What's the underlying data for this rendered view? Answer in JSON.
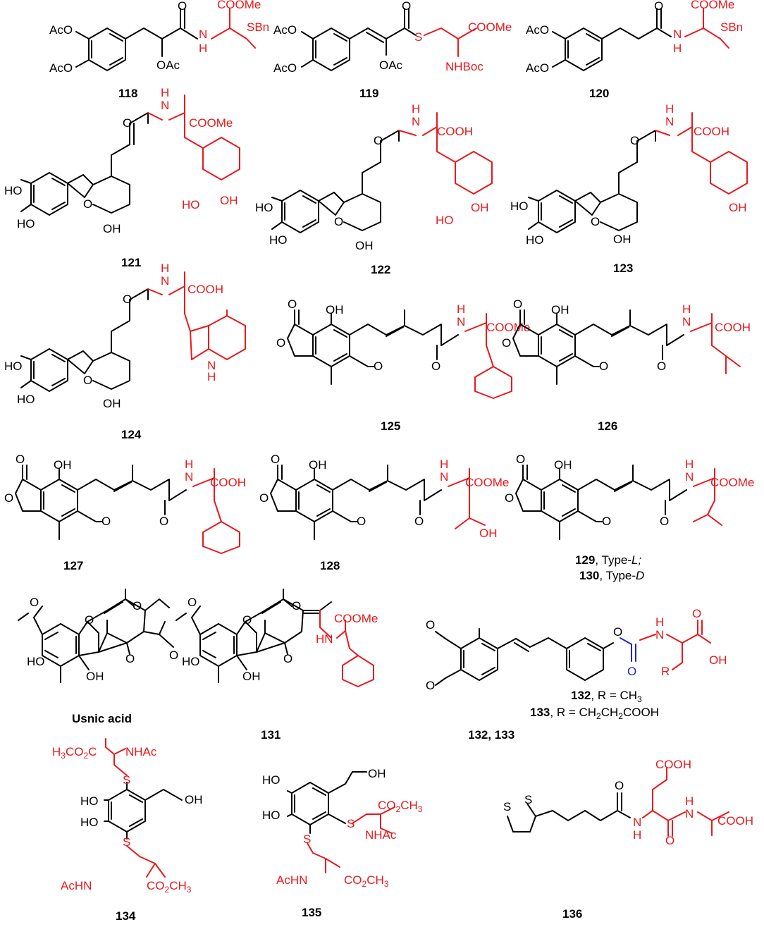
{
  "compounds": {
    "c118": {
      "number": "118",
      "labels": {
        "acO1": "AcO",
        "acO2": "AcO",
        "oac": "OAc",
        "o": "O",
        "nh": "N",
        "h": "H",
        "coome": "COOMe",
        "sbn": "SBn"
      }
    },
    "c119": {
      "number": "119",
      "labels": {
        "acO1": "AcO",
        "acO2": "AcO",
        "oac": "OAc",
        "o": "O",
        "s": "S",
        "coome": "COOMe",
        "nhboc": "NHBoc"
      }
    },
    "c120": {
      "number": "120",
      "labels": {
        "acO1": "AcO",
        "acO2": "AcO",
        "o": "O",
        "n": "N",
        "h": "H",
        "coome": "COOMe",
        "sbn": "SBn"
      }
    },
    "c121": {
      "number": "121",
      "labels": {
        "ho1": "HO",
        "ho2": "HO",
        "o_fur": "O",
        "oh": "OH",
        "o": "O",
        "n": "N",
        "h": "H",
        "acid": "COOMe",
        "ho3": "HO",
        "oh3": "OH"
      }
    },
    "c122": {
      "number": "122",
      "labels": {
        "ho1": "HO",
        "ho2": "HO",
        "o_fur": "O",
        "oh": "OH",
        "o": "O",
        "n": "N",
        "h": "H",
        "acid": "COOH",
        "ho3": "HO",
        "oh3": "OH"
      }
    },
    "c123": {
      "number": "123",
      "labels": {
        "ho1": "HO",
        "ho2": "HO",
        "o_fur": "O",
        "oh": "OH",
        "o": "O",
        "n": "N",
        "h": "H",
        "acid": "COOH",
        "oh3": "OH"
      }
    },
    "c124": {
      "number": "124",
      "labels": {
        "ho1": "HO",
        "ho2": "HO",
        "o_fur": "O",
        "oh": "OH",
        "o": "O",
        "n": "N",
        "h": "H",
        "acid": "COOH",
        "indole_n": "N",
        "indole_h": "H"
      }
    },
    "c125": {
      "number": "125",
      "labels": {
        "o1": "O",
        "o2": "O",
        "oh": "OH",
        "o3": "O",
        "o4": "O",
        "n": "N",
        "h": "H",
        "acid": "COOMe"
      }
    },
    "c126": {
      "number": "126",
      "labels": {
        "o1": "O",
        "o2": "O",
        "oh": "OH",
        "o3": "O",
        "o4": "O",
        "n": "N",
        "h": "H",
        "acid": "COOH"
      }
    },
    "c127": {
      "number": "127",
      "labels": {
        "o1": "O",
        "o2": "O",
        "oh": "OH",
        "o3": "O",
        "o4": "O",
        "n": "N",
        "h": "H",
        "acid": "COOH"
      }
    },
    "c128": {
      "number": "128",
      "labels": {
        "o1": "O",
        "o2": "O",
        "oh": "OH",
        "o3": "O",
        "o4": "O",
        "n": "N",
        "h": "H",
        "acid": "COOMe",
        "oh2": "OH"
      }
    },
    "c129": {
      "number": "129",
      "caption": ", Type-",
      "type": "L",
      "semi": ";",
      "labels": {
        "o1": "O",
        "o2": "O",
        "oh": "OH",
        "o3": "O",
        "o4": "O",
        "n": "N",
        "h": "H",
        "acid": "COOMe"
      }
    },
    "c130": {
      "number": "130",
      "caption": ", Type-",
      "type": "D"
    },
    "usnic": {
      "name": "Usnic acid",
      "labels": {
        "o1": "O",
        "o2": "O",
        "o3": "O",
        "o4": "O",
        "o5": "O",
        "ho": "HO",
        "oh": "OH"
      }
    },
    "c131": {
      "number": "131",
      "labels": {
        "o1": "O",
        "o2": "O",
        "o3": "O",
        "o4": "O",
        "ho": "HO",
        "oh": "OH",
        "hn": "HN",
        "coome": "COOMe"
      }
    },
    "c132": {
      "number": "132",
      "caption": ", R = CH",
      "sub": "3",
      "labels": {
        "o1": "O",
        "o2": "O",
        "o3": "O",
        "o_carb": "O",
        "n": "N",
        "h": "H",
        "o_acid": "O",
        "oh": "OH",
        "r": "R"
      }
    },
    "c133": {
      "number": "133",
      "caption": ", R = CH",
      "sub1": "2",
      "mid": "CH",
      "sub2": "2",
      "tail": "COOH"
    },
    "c132_133": {
      "number": "132, 133"
    },
    "c134": {
      "number": "134",
      "labels": {
        "h3co2c": "H",
        "h3co2c_sub": "3",
        "h3co2c_mid": "CO",
        "h3co2c_sub2": "2",
        "h3co2c_c": "C",
        "nhac": "NHAc",
        "s1": "S",
        "ho1": "HO",
        "ho2": "HO",
        "oh": "OH",
        "s2": "S",
        "achn": "AcHN",
        "co2ch3": "CO",
        "co2ch3_sub": "2",
        "co2ch3_tail": "CH",
        "co2ch3_sub2": "3"
      }
    },
    "c135": {
      "number": "135",
      "labels": {
        "ho1": "HO",
        "ho2": "HO",
        "oh": "OH",
        "s1": "S",
        "s2": "S",
        "co2ch3": "CO",
        "co2ch3_sub": "2",
        "co2ch3_tail": "CH",
        "co2ch3_sub2": "3",
        "nhac": "NHAc",
        "achn": "AcHN"
      }
    },
    "c136": {
      "number": "136",
      "labels": {
        "s1": "S",
        "s2": "S",
        "o1": "O",
        "o2": "O",
        "n1": "N",
        "h1": "H",
        "n2": "N",
        "h2": "H",
        "cooh1": "COOH",
        "cooh2": "COOH"
      }
    }
  },
  "colors": {
    "core": "#000000",
    "amino_acid": "#e8191c",
    "carbamate": "#2323d0"
  }
}
